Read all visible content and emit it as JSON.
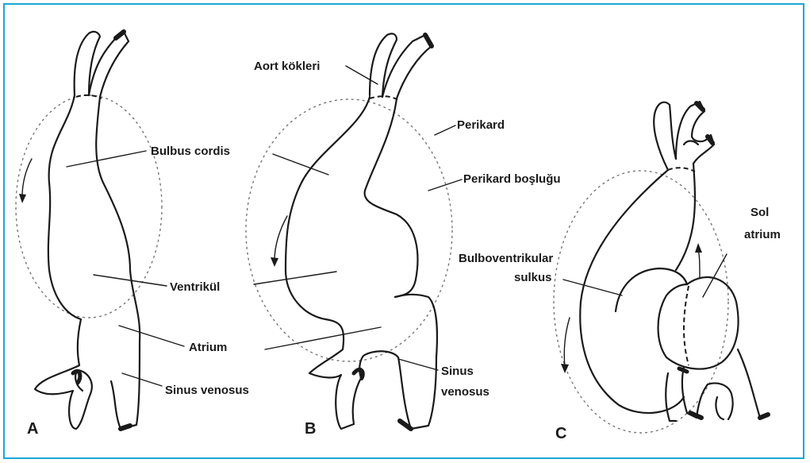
{
  "panels": {
    "a": "A",
    "b": "B",
    "c": "C"
  },
  "labels": {
    "aort_kokleri": "Aort kökleri",
    "bulbus_cordis": "Bulbus cordis",
    "perikard": "Perikard",
    "perikard_boslugu": "Perikard boşluğu",
    "ventrikul": "Ventrikül",
    "atrium": "Atrium",
    "sinus_venosus_a": "Sinus venosus",
    "sinus_b_line1": "Sinus",
    "sinus_b_line2": "venosus",
    "bulboventrikular_line1": "Bulboventrikular",
    "bulboventrikular_line2": "sulkus",
    "sol_line1": "Sol",
    "sol_line2": "atrium"
  },
  "colors": {
    "frame_border": "#1aa7d6",
    "ink": "#1a1a1a"
  }
}
